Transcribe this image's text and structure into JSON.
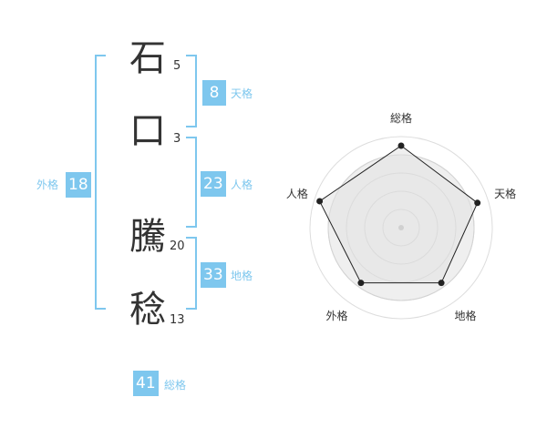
{
  "name_chars": [
    {
      "char": "石",
      "strokes": "5"
    },
    {
      "char": "口",
      "strokes": "3"
    },
    {
      "char": "騰",
      "strokes": "20"
    },
    {
      "char": "稔",
      "strokes": "13"
    }
  ],
  "fortune": {
    "tenkaku": {
      "value": "8",
      "label": "天格"
    },
    "jinkaku": {
      "value": "23",
      "label": "人格"
    },
    "chikaku": {
      "value": "33",
      "label": "地格"
    },
    "gaikaku": {
      "value": "18",
      "label": "外格"
    },
    "soukaku": {
      "value": "41",
      "label": "総格"
    }
  },
  "colors": {
    "accent": "#7ec7ee",
    "text": "#333333",
    "radar_fill": "#efefef"
  },
  "chart_data": {
    "type": "radar",
    "axes": [
      "総格",
      "天格",
      "地格",
      "外格",
      "人格"
    ],
    "values": [
      0.9,
      0.88,
      0.75,
      0.75,
      0.94
    ],
    "rings": 4
  }
}
